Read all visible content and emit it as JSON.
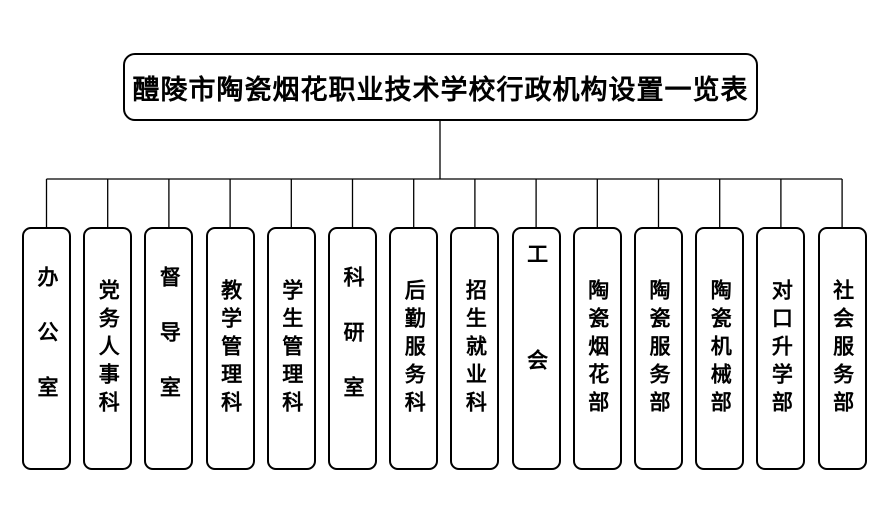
{
  "title": "醴陵市陶瓷烟花职业技术学校行政机构设置一览表",
  "line_color": "#000000",
  "departments": [
    {
      "id": "office",
      "label": "办公室"
    },
    {
      "id": "party-hr",
      "label": "党务人事科"
    },
    {
      "id": "supervision",
      "label": "督导室"
    },
    {
      "id": "teaching",
      "label": "教学管理科"
    },
    {
      "id": "student",
      "label": "学生管理科"
    },
    {
      "id": "research",
      "label": "科研室"
    },
    {
      "id": "logistics",
      "label": "后勤服务科"
    },
    {
      "id": "enrollment",
      "label": "招生就业科"
    },
    {
      "id": "union",
      "label": "工会"
    },
    {
      "id": "ceramics-fireworks",
      "label": "陶瓷烟花部"
    },
    {
      "id": "ceramics-service",
      "label": "陶瓷服务部"
    },
    {
      "id": "ceramics-machinery",
      "label": "陶瓷机械部"
    },
    {
      "id": "counterpart-admission",
      "label": "对口升学部"
    },
    {
      "id": "social-service",
      "label": "社会服务部"
    }
  ]
}
